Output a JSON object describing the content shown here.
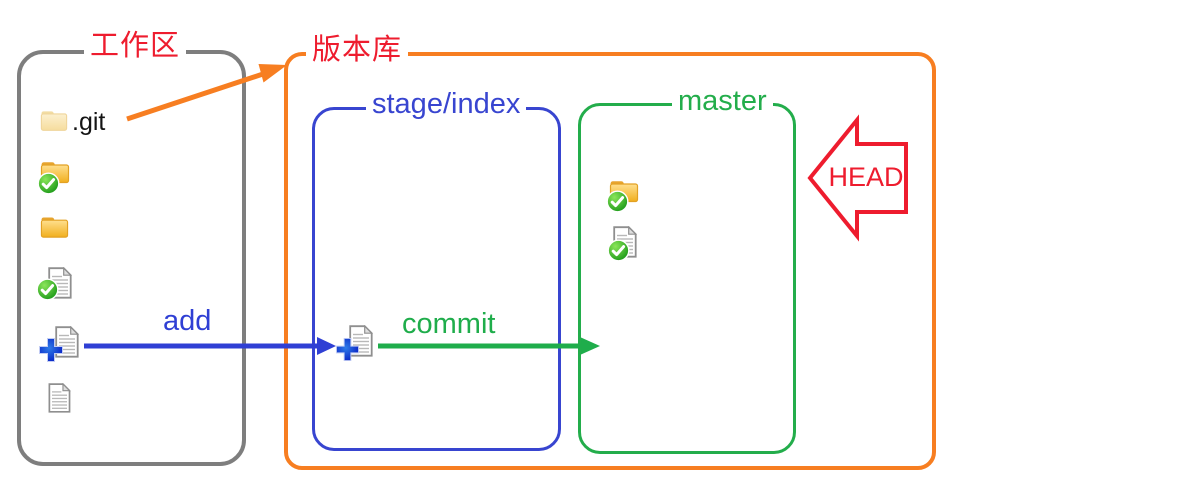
{
  "diagram": {
    "type": "git-workflow-diagram",
    "workspace": {
      "label": "工作区",
      "git_folder_label": ".git",
      "items": [
        "git-folder-icon",
        "checked-folder-icon",
        "folder-icon",
        "checked-file-icon",
        "added-file-icon",
        "blank-file-icon"
      ]
    },
    "repository": {
      "label": "版本库",
      "stage": {
        "label": "stage/index",
        "items": [
          "added-file-icon"
        ]
      },
      "master": {
        "label": "master",
        "items": [
          "checked-folder-icon",
          "checked-file-icon"
        ]
      },
      "head": {
        "label": "HEAD"
      }
    },
    "arrows": {
      "add_label": "add",
      "commit_label": "commit",
      "git_to_repo_label": ""
    },
    "colors": {
      "workspace_border": "#7E7E7E",
      "repository_border": "#F77E21",
      "stage_border": "#3845D0",
      "master_border": "#23AD4B",
      "title_red": "#EE1C2E",
      "head_red": "#EE1C2E",
      "add_arrow_blue": "#2F3FD4",
      "commit_arrow_green": "#1FAD4B",
      "git_arrow_orange": "#F77E21",
      "folder_gold": "#F1AF1E",
      "check_badge_green": "#149414",
      "plus_badge_blue": "#0720C4"
    }
  }
}
